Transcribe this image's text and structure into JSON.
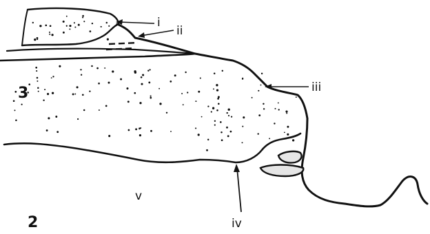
{
  "labels": {
    "i": "i",
    "ii": "ii",
    "iii": "iii",
    "iv": "iv",
    "v": "v",
    "layer_3": "3",
    "layer_2": "2"
  },
  "colors": {
    "ink": "#111111",
    "background": "#ffffff",
    "lens_fill": "#e6e6e6"
  }
}
